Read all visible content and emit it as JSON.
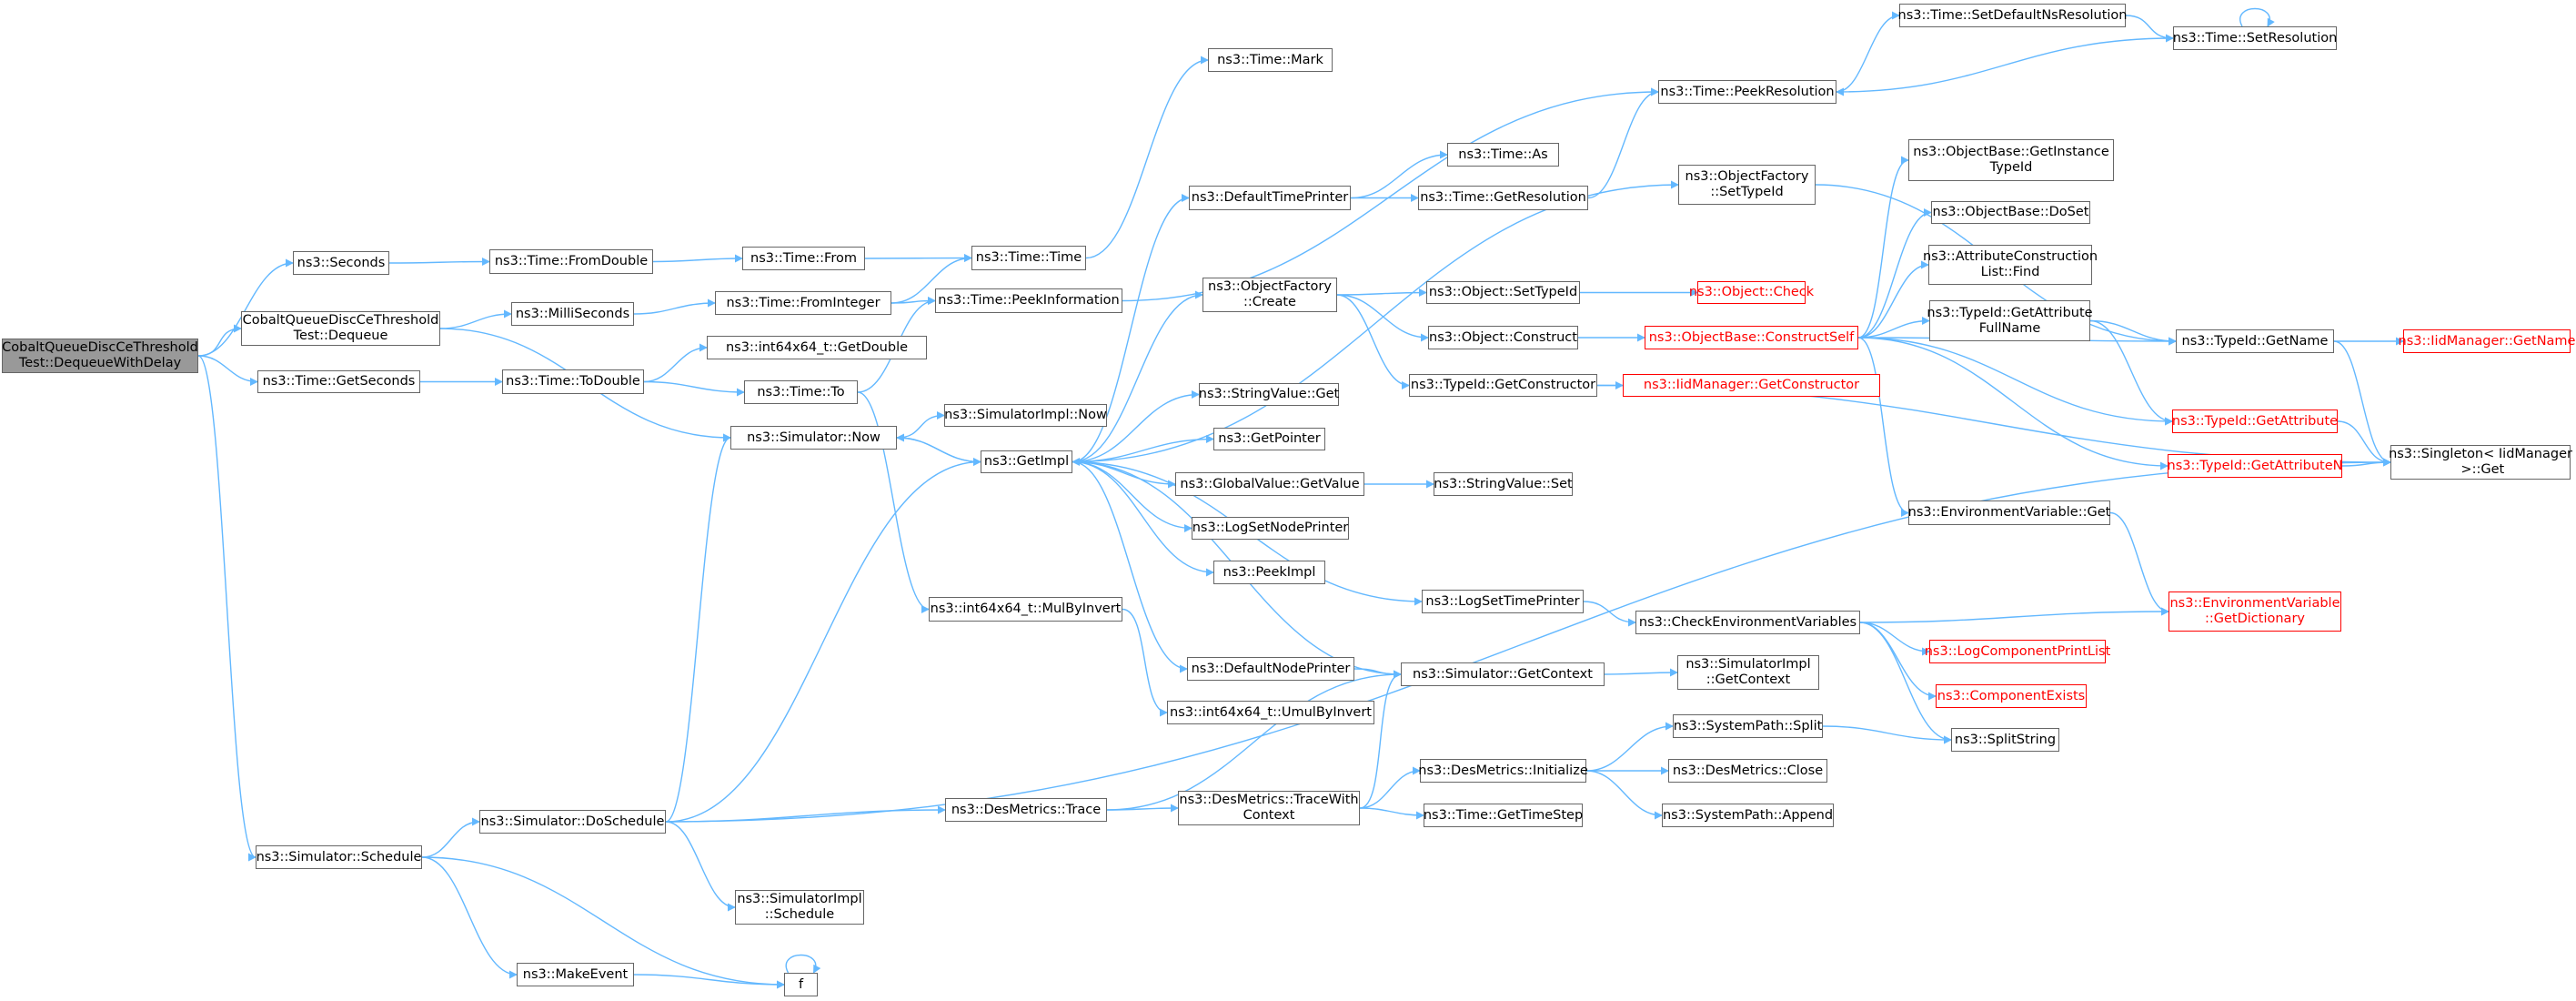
{
  "diagram": {
    "colors": {
      "edge": "#63b8ff",
      "root_fill": "#999999",
      "node_border": "#666666",
      "highlight": "#ff0000"
    },
    "nodes": [
      {
        "id": "root",
        "label": "CobaltQueueDiscCeThreshold\nTest::DequeueWithDelay",
        "style": "root"
      },
      {
        "id": "seconds",
        "label": "ns3::Seconds"
      },
      {
        "id": "cqdtDequeue",
        "label": "CobaltQueueDiscCeThreshold\nTest::Dequeue"
      },
      {
        "id": "getSeconds",
        "label": "ns3::Time::GetSeconds"
      },
      {
        "id": "simSchedule",
        "label": "ns3::Simulator::Schedule"
      },
      {
        "id": "fromDouble",
        "label": "ns3::Time::FromDouble"
      },
      {
        "id": "milliSeconds",
        "label": "ns3::MilliSeconds"
      },
      {
        "id": "toDouble",
        "label": "ns3::Time::ToDouble"
      },
      {
        "id": "simNow",
        "label": "ns3::Simulator::Now"
      },
      {
        "id": "doSchedule",
        "label": "ns3::Simulator::DoSchedule"
      },
      {
        "id": "makeEvent",
        "label": "ns3::MakeEvent"
      },
      {
        "id": "timeFrom",
        "label": "ns3::Time::From"
      },
      {
        "id": "fromInteger",
        "label": "ns3::Time::FromInteger"
      },
      {
        "id": "getDouble",
        "label": "ns3::int64x64_t::GetDouble"
      },
      {
        "id": "timeTo",
        "label": "ns3::Time::To"
      },
      {
        "id": "simImplSchedule",
        "label": "ns3::SimulatorImpl\n::Schedule"
      },
      {
        "id": "f",
        "label": "f"
      },
      {
        "id": "timeMark",
        "label": "ns3::Time::Mark"
      },
      {
        "id": "timeTime",
        "label": "ns3::Time::Time"
      },
      {
        "id": "peekInformation",
        "label": "ns3::Time::PeekInformation"
      },
      {
        "id": "simImplNow",
        "label": "ns3::SimulatorImpl::Now"
      },
      {
        "id": "getImpl",
        "label": "ns3::GetImpl"
      },
      {
        "id": "mulByInvert",
        "label": "ns3::int64x64_t::MulByInvert"
      },
      {
        "id": "desTrace",
        "label": "ns3::DesMetrics::Trace"
      },
      {
        "id": "defaultTimePrinter",
        "label": "ns3::DefaultTimePrinter"
      },
      {
        "id": "objFactoryCreate",
        "label": "ns3::ObjectFactory\n::Create"
      },
      {
        "id": "stringValueGet",
        "label": "ns3::StringValue::Get"
      },
      {
        "id": "getPointer",
        "label": "ns3::GetPointer"
      },
      {
        "id": "globalValueGetValue",
        "label": "ns3::GlobalValue::GetValue"
      },
      {
        "id": "logSetNodePrinter",
        "label": "ns3::LogSetNodePrinter"
      },
      {
        "id": "peekImpl",
        "label": "ns3::PeekImpl"
      },
      {
        "id": "defaultNodePrinter",
        "label": "ns3::DefaultNodePrinter"
      },
      {
        "id": "umulByInvert",
        "label": "ns3::int64x64_t::UmulByInvert"
      },
      {
        "id": "desTraceWithContext",
        "label": "ns3::DesMetrics::TraceWith\nContext"
      },
      {
        "id": "timeAs",
        "label": "ns3::Time::As"
      },
      {
        "id": "getResolution",
        "label": "ns3::Time::GetResolution"
      },
      {
        "id": "objSetTypeId",
        "label": "ns3::Object::SetTypeId"
      },
      {
        "id": "objConstruct",
        "label": "ns3::Object::Construct"
      },
      {
        "id": "typeIdGetConstructor",
        "label": "ns3::TypeId::GetConstructor"
      },
      {
        "id": "stringValueSet",
        "label": "ns3::StringValue::Set"
      },
      {
        "id": "logSetTimePrinter",
        "label": "ns3::LogSetTimePrinter"
      },
      {
        "id": "simGetContext",
        "label": "ns3::Simulator::GetContext"
      },
      {
        "id": "desInitialize",
        "label": "ns3::DesMetrics::Initialize"
      },
      {
        "id": "timeGetTimeStep",
        "label": "ns3::Time::GetTimeStep"
      },
      {
        "id": "peekResolution",
        "label": "ns3::Time::PeekResolution"
      },
      {
        "id": "objFactorySetTypeId",
        "label": "ns3::ObjectFactory\n::SetTypeId"
      },
      {
        "id": "objCheck",
        "label": "ns3::Object::Check",
        "style": "red"
      },
      {
        "id": "constructSelf",
        "label": "ns3::ObjectBase::ConstructSelf",
        "style": "red"
      },
      {
        "id": "iidGetConstructor",
        "label": "ns3::IidManager::GetConstructor",
        "style": "red"
      },
      {
        "id": "checkEnvVars",
        "label": "ns3::CheckEnvironmentVariables"
      },
      {
        "id": "simImplGetContext",
        "label": "ns3::SimulatorImpl\n::GetContext"
      },
      {
        "id": "systemPathSplit",
        "label": "ns3::SystemPath::Split"
      },
      {
        "id": "desClose",
        "label": "ns3::DesMetrics::Close"
      },
      {
        "id": "systemPathAppend",
        "label": "ns3::SystemPath::Append"
      },
      {
        "id": "setDefaultNsResolution",
        "label": "ns3::Time::SetDefaultNsResolution"
      },
      {
        "id": "getInstanceTypeId",
        "label": "ns3::ObjectBase::GetInstance\nTypeId"
      },
      {
        "id": "doSet",
        "label": "ns3::ObjectBase::DoSet"
      },
      {
        "id": "attrConstructionListFind",
        "label": "ns3::AttributeConstruction\nList::Find"
      },
      {
        "id": "getAttributeFullName",
        "label": "ns3::TypeId::GetAttribute\nFullName"
      },
      {
        "id": "envVarGet",
        "label": "ns3::EnvironmentVariable::Get"
      },
      {
        "id": "logComponentPrintList",
        "label": "ns3::LogComponentPrintList",
        "style": "red"
      },
      {
        "id": "componentExists",
        "label": "ns3::ComponentExists",
        "style": "red"
      },
      {
        "id": "splitString",
        "label": "ns3::SplitString"
      },
      {
        "id": "setResolution",
        "label": "ns3::Time::SetResolution"
      },
      {
        "id": "typeIdGetName",
        "label": "ns3::TypeId::GetName"
      },
      {
        "id": "typeIdGetAttribute",
        "label": "ns3::TypeId::GetAttribute",
        "style": "red"
      },
      {
        "id": "typeIdGetAttributeN",
        "label": "ns3::TypeId::GetAttributeN",
        "style": "red"
      },
      {
        "id": "envGetDictionary",
        "label": "ns3::EnvironmentVariable\n::GetDictionary",
        "style": "red"
      },
      {
        "id": "iidGetName",
        "label": "ns3::IidManager::GetName",
        "style": "red"
      },
      {
        "id": "singletonGet",
        "label": "ns3::Singleton< IidManager\n >::Get"
      }
    ],
    "edges": [
      [
        "root",
        "seconds"
      ],
      [
        "root",
        "cqdtDequeue"
      ],
      [
        "root",
        "getSeconds"
      ],
      [
        "root",
        "simSchedule"
      ],
      [
        "seconds",
        "fromDouble"
      ],
      [
        "fromDouble",
        "timeFrom"
      ],
      [
        "timeFrom",
        "timeTime"
      ],
      [
        "cqdtDequeue",
        "milliSeconds"
      ],
      [
        "cqdtDequeue",
        "simNow"
      ],
      [
        "milliSeconds",
        "fromInteger"
      ],
      [
        "fromInteger",
        "timeTime"
      ],
      [
        "fromInteger",
        "peekInformation"
      ],
      [
        "getSeconds",
        "toDouble"
      ],
      [
        "toDouble",
        "getDouble"
      ],
      [
        "toDouble",
        "timeTo"
      ],
      [
        "timeTo",
        "peekInformation"
      ],
      [
        "timeTo",
        "mulByInvert"
      ],
      [
        "timeTime",
        "timeMark"
      ],
      [
        "peekInformation",
        "peekResolution"
      ],
      [
        "simNow",
        "simImplNow"
      ],
      [
        "simNow",
        "getImpl"
      ],
      [
        "simSchedule",
        "doSchedule"
      ],
      [
        "simSchedule",
        "makeEvent"
      ],
      [
        "simSchedule",
        "f"
      ],
      [
        "makeEvent",
        "f"
      ],
      [
        "f",
        "f"
      ],
      [
        "doSchedule",
        "simNow"
      ],
      [
        "doSchedule",
        "getImpl"
      ],
      [
        "doSchedule",
        "desTrace"
      ],
      [
        "doSchedule",
        "simImplSchedule"
      ],
      [
        "doSchedule",
        "singletonGet"
      ],
      [
        "mulByInvert",
        "umulByInvert"
      ],
      [
        "getImpl",
        "simNow"
      ],
      [
        "getImpl",
        "defaultTimePrinter"
      ],
      [
        "getImpl",
        "objFactorySetTypeId"
      ],
      [
        "getImpl",
        "objFactoryCreate"
      ],
      [
        "getImpl",
        "stringValueGet"
      ],
      [
        "getImpl",
        "getPointer"
      ],
      [
        "getImpl",
        "globalValueGetValue"
      ],
      [
        "getImpl",
        "logSetNodePrinter"
      ],
      [
        "getImpl",
        "peekImpl"
      ],
      [
        "getImpl",
        "logSetTimePrinter"
      ],
      [
        "getImpl",
        "defaultNodePrinter"
      ],
      [
        "desTrace",
        "simGetContext"
      ],
      [
        "desTrace",
        "desTraceWithContext"
      ],
      [
        "desTraceWithContext",
        "simGetContext"
      ],
      [
        "desTraceWithContext",
        "desInitialize"
      ],
      [
        "desTraceWithContext",
        "timeGetTimeStep"
      ],
      [
        "defaultNodePrinter",
        "simGetContext"
      ],
      [
        "simGetContext",
        "getImpl"
      ],
      [
        "simGetContext",
        "simImplGetContext"
      ],
      [
        "defaultTimePrinter",
        "timeAs"
      ],
      [
        "defaultTimePrinter",
        "getResolution"
      ],
      [
        "getResolution",
        "peekResolution"
      ],
      [
        "objFactoryCreate",
        "objSetTypeId"
      ],
      [
        "objFactoryCreate",
        "objConstruct"
      ],
      [
        "objFactoryCreate",
        "typeIdGetConstructor"
      ],
      [
        "objSetTypeId",
        "objCheck"
      ],
      [
        "objConstruct",
        "constructSelf"
      ],
      [
        "typeIdGetConstructor",
        "iidGetConstructor"
      ],
      [
        "typeIdGetConstructor",
        "singletonGet"
      ],
      [
        "globalValueGetValue",
        "stringValueSet"
      ],
      [
        "logSetTimePrinter",
        "checkEnvVars"
      ],
      [
        "checkEnvVars",
        "envGetDictionary"
      ],
      [
        "checkEnvVars",
        "logComponentPrintList"
      ],
      [
        "checkEnvVars",
        "componentExists"
      ],
      [
        "checkEnvVars",
        "splitString"
      ],
      [
        "desInitialize",
        "systemPathSplit"
      ],
      [
        "desInitialize",
        "desClose"
      ],
      [
        "desInitialize",
        "systemPathAppend"
      ],
      [
        "systemPathSplit",
        "splitString"
      ],
      [
        "peekResolution",
        "setDefaultNsResolution"
      ],
      [
        "setDefaultNsResolution",
        "setResolution"
      ],
      [
        "setResolution",
        "setResolution"
      ],
      [
        "setResolution",
        "peekResolution"
      ],
      [
        "objFactorySetTypeId",
        "typeIdGetName"
      ],
      [
        "constructSelf",
        "getInstanceTypeId"
      ],
      [
        "constructSelf",
        "doSet"
      ],
      [
        "constructSelf",
        "attrConstructionListFind"
      ],
      [
        "constructSelf",
        "getAttributeFullName"
      ],
      [
        "constructSelf",
        "typeIdGetName"
      ],
      [
        "constructSelf",
        "typeIdGetAttribute"
      ],
      [
        "constructSelf",
        "typeIdGetAttributeN"
      ],
      [
        "constructSelf",
        "envVarGet"
      ],
      [
        "getAttributeFullName",
        "typeIdGetName"
      ],
      [
        "getAttributeFullName",
        "typeIdGetAttribute"
      ],
      [
        "envVarGet",
        "envGetDictionary"
      ],
      [
        "typeIdGetName",
        "iidGetName"
      ],
      [
        "typeIdGetName",
        "singletonGet"
      ],
      [
        "typeIdGetAttribute",
        "singletonGet"
      ],
      [
        "typeIdGetAttributeN",
        "singletonGet"
      ]
    ]
  }
}
